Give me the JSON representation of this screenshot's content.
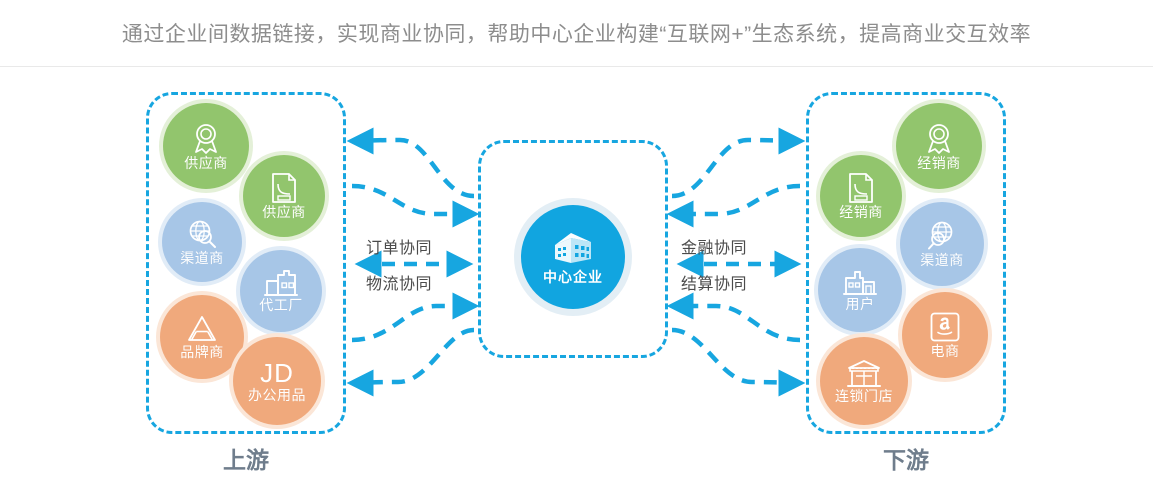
{
  "title": "通过企业间数据链接，实现商业协同，帮助中心企业构建“互联网+”生态系统，提高商业交互效率",
  "colors": {
    "accent_blue": "#17a6e0",
    "hub_blue": "#11a5e0",
    "node_green": "#92c56d",
    "node_blue": "#a7c6e7",
    "node_orange": "#f0a97c",
    "title_gray": "#8d8d8d",
    "caption_gray": "#6f7d8c"
  },
  "upstream": {
    "caption": "上游",
    "nodes": [
      {
        "label": "供应商",
        "color": "green",
        "icon": "medal-icon"
      },
      {
        "label": "供应商",
        "color": "green",
        "icon": "document-icon"
      },
      {
        "label": "渠道商",
        "color": "blue",
        "icon": "globe-search-icon"
      },
      {
        "label": "代工厂",
        "color": "blue",
        "icon": "factory-icon"
      },
      {
        "label": "品牌商",
        "color": "orange",
        "icon": "drive-triangle-icon"
      },
      {
        "label": "办公用品",
        "color": "orange",
        "icon": "jd-logo-icon",
        "mark": "JD"
      }
    ]
  },
  "center": {
    "node": {
      "label": "中心企业",
      "color": "hub",
      "icon": "building-icon"
    }
  },
  "downstream": {
    "caption": "下游",
    "nodes": [
      {
        "label": "经销商",
        "color": "green",
        "icon": "medal-icon"
      },
      {
        "label": "经销商",
        "color": "green",
        "icon": "document-icon"
      },
      {
        "label": "渠道商",
        "color": "blue",
        "icon": "globe-search-icon"
      },
      {
        "label": "用户",
        "color": "blue",
        "icon": "store-building-icon"
      },
      {
        "label": "电商",
        "color": "orange",
        "icon": "amazon-logo-icon"
      },
      {
        "label": "连锁门店",
        "color": "orange",
        "icon": "shopfront-icon"
      }
    ]
  },
  "flows": {
    "left": [
      {
        "label": "订单协同"
      },
      {
        "label": "物流协同"
      }
    ],
    "right": [
      {
        "label": "金融协同"
      },
      {
        "label": "结算协同"
      }
    ]
  }
}
